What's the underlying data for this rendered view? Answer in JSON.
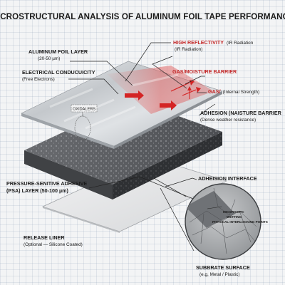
{
  "title": "MICROSTRUCTURAL ANALYSIS OF ALUMINUM FOIL TAPE PERFORMANCE",
  "labels": {
    "foil_layer": "ALUMINUM FOIL LAYER",
    "foil_thickness": "(20-50 µm)",
    "conductivity": "ELECTRICAL CONDUCUICITY",
    "free_electrons": "(Free Electrons)",
    "oxides": "OXIDALERS",
    "reflectivity": "HIGH REFLECTIVITY",
    "reflectivity_note_1": "(IR Radiation",
    "reflectivity_note_2": "(IR Radiation)",
    "gas_barrier": "GAS/MOISTURE BARRIER",
    "gas": "GAS/",
    "gas_note": "(Internal  Strength)",
    "adhesion": "ADHESION (NAISTURE BARRIER",
    "adhesion_note": "(Dense weather resistance)",
    "psa_1": "PRESSURE-SENITIVE ADHESIVE",
    "psa_2": "(PSA) LAYER (50-100 µm)",
    "interface": "ADHEISION INTERFACE",
    "release_liner": "RELEASE LINER",
    "release_note": "(Optional — Silicone Coated)",
    "micro_1": "MICORSIOPC",
    "micro_2": "WETTING",
    "micro_3": "PHYSICAL INTERLOCKING POINTS",
    "substrate": "SUBBRATE SURFACE",
    "substrate_note": "(e.g, Metal / Plastic)"
  },
  "colors": {
    "foil": "#c9cdd1",
    "heat": "#e07070",
    "psa_top": "#5b5d60",
    "psa_side": "#2e3033",
    "liner": "#e4e5e6",
    "arrow_red": "#d42424",
    "text": "#1a1a1a"
  }
}
